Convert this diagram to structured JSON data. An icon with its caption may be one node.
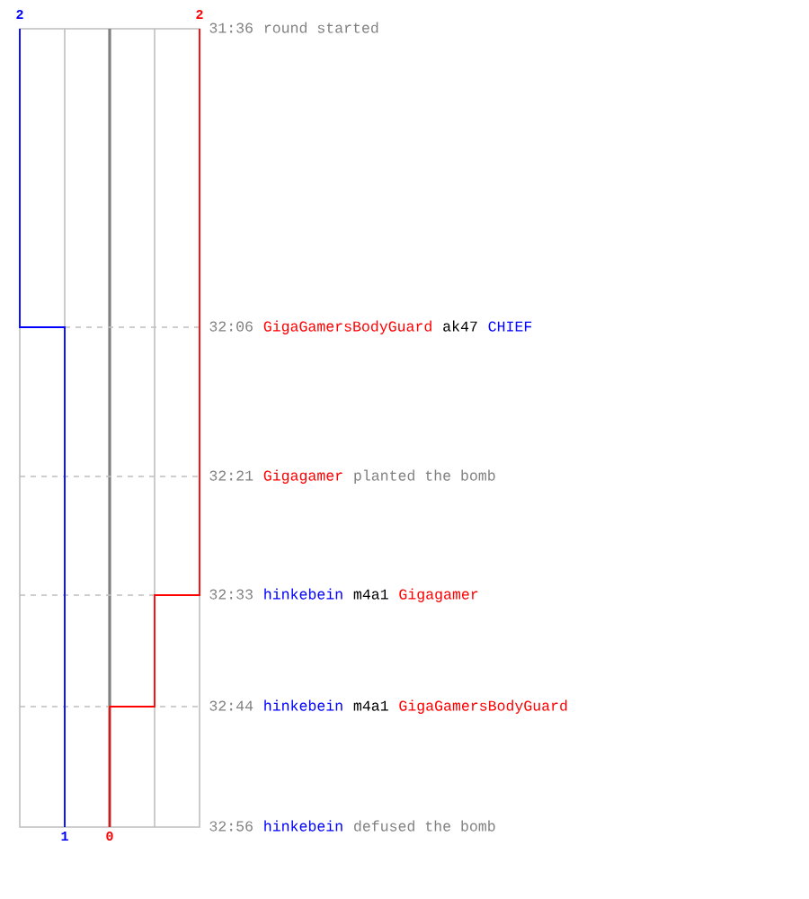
{
  "diagram": {
    "labels": [
      "2",
      "2",
      "31:36",
      "round started",
      "32:06",
      "GigaGamersBodyGuard",
      "ak47",
      "CHIEF",
      "32:21",
      "Gigagamer",
      "planted the bomb",
      "32:33",
      "hinkebein",
      "m4a1",
      "Gigagamer",
      "32:44",
      "hinkebein",
      "m4a1",
      "GigaGamersBodyGuard",
      "32:56",
      "hinkebein",
      "defused the bomb",
      "1",
      "0"
    ]
  }
}
